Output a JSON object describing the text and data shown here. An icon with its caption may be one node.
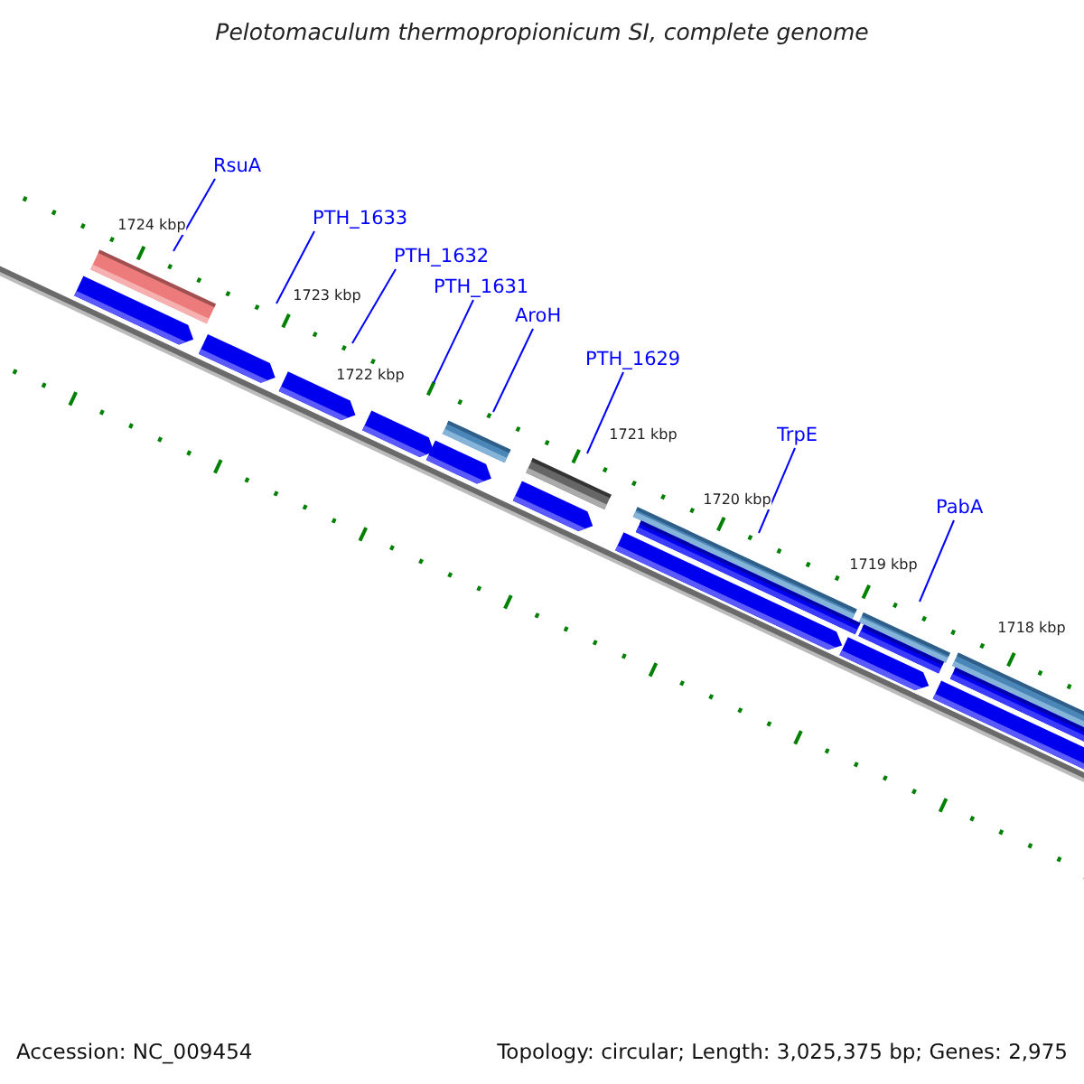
{
  "diagram": {
    "title": "Pelotomaculum thermopropionicum SI, complete genome",
    "nodes": [
      {
        "text": [
          "RsuA"
        ]
      },
      {
        "text": [
          "PTH_1633"
        ]
      },
      {
        "text": [
          "PTH_1632"
        ]
      },
      {
        "text": [
          "PTH_1631"
        ]
      },
      {
        "text": [
          "AroH"
        ]
      },
      {
        "text": [
          "PTH_1629"
        ]
      },
      {
        "text": [
          "TrpE"
        ]
      },
      {
        "text": [
          "PabA"
        ]
      }
    ],
    "edges": [
      {
        "from": 0,
        "to": null,
        "arrow": "none"
      },
      {
        "from": 1,
        "to": null,
        "arrow": "none"
      },
      {
        "from": 2,
        "to": null,
        "arrow": "none"
      },
      {
        "from": 3,
        "to": null,
        "arrow": "none"
      },
      {
        "from": 4,
        "to": null,
        "arrow": "none"
      },
      {
        "from": 5,
        "to": null,
        "arrow": "none"
      },
      {
        "from": 6,
        "to": null,
        "arrow": "none"
      },
      {
        "from": 7,
        "to": null,
        "arrow": "none"
      }
    ],
    "labels": [
      "1724 kbp",
      "1723 kbp",
      "1722 kbp",
      "1721 kbp",
      "1720 kbp",
      "1719 kbp",
      "1718 kbp",
      "Accession: NC_009454",
      "Topology: circular; Length: 3,025,375 bp; Genes: 2,975"
    ]
  }
}
